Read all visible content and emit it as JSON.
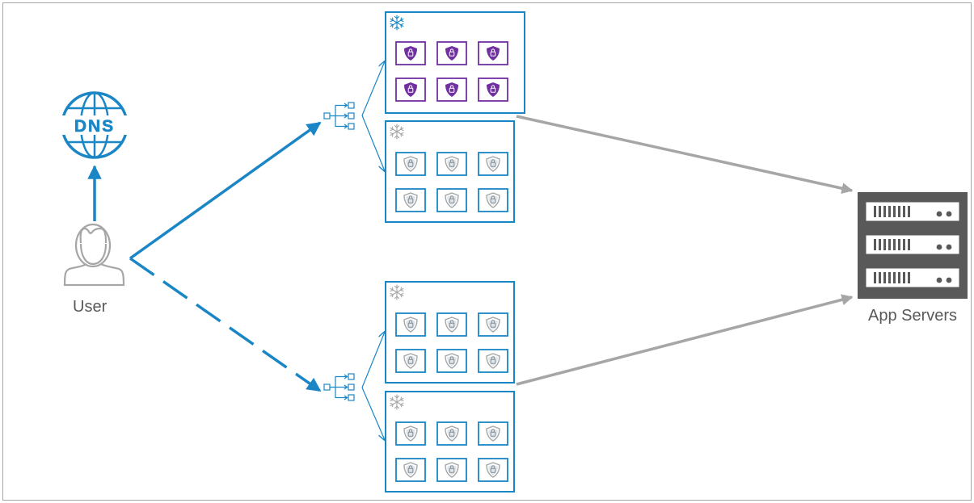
{
  "labels": {
    "user": "User",
    "app_servers": "App Servers",
    "dns": "DNS"
  },
  "colors": {
    "blue": "#1a86c5",
    "purple": "#7030a0",
    "gray_arrow": "#a6a6a6",
    "gray_icon": "#a6a6a6",
    "server": "#595959",
    "border": "#a6a6a6"
  },
  "icons": {
    "dns": "dns-globe-icon",
    "user": "user-icon",
    "load_balancer": "load-balancer-icon",
    "cluster": "cluster-snowflake-icon",
    "shield": "shield-lock-icon",
    "server": "server-rack-icon"
  },
  "groups": [
    {
      "id": "group-1",
      "theme": "purple",
      "instances": 6
    },
    {
      "id": "group-2",
      "theme": "blue",
      "instances": 6
    },
    {
      "id": "group-3",
      "theme": "blue",
      "instances": 6
    },
    {
      "id": "group-4",
      "theme": "blue",
      "instances": 6
    }
  ]
}
